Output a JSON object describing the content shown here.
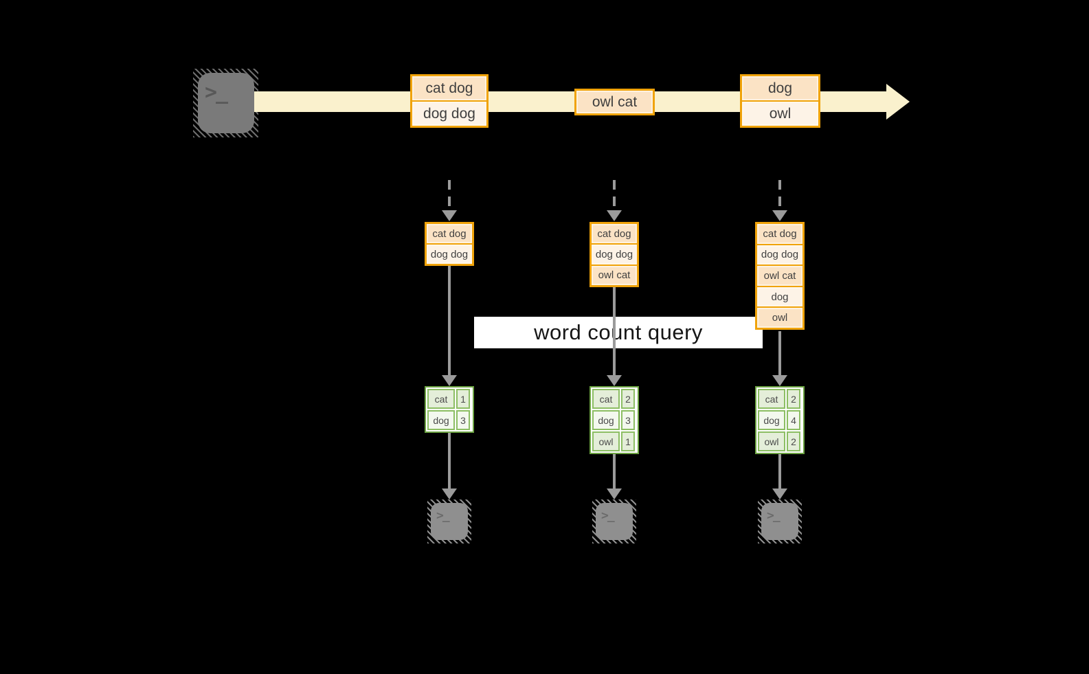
{
  "banner": {
    "label": "word count query"
  },
  "glyphs": {
    "terminal_prompt": ">_"
  },
  "colors": {
    "background": "#000000",
    "stream_band": "#FAF1CD",
    "box_border": "#F0A30A",
    "box_fill": "#FBE3C5",
    "box_fill_alt": "#FDF3E7",
    "table_border": "#6CA342",
    "cell_fill": "#E4EED9",
    "cell_fill_alt": "#F3F8EE",
    "arrow": "#9B9B9B",
    "source_terminal_fill": "#7A7A7A",
    "sink_terminal_fill": "#8F8F8F"
  },
  "stream": {
    "batches": [
      {
        "rows": [
          "cat dog",
          "dog dog"
        ]
      },
      {
        "rows": [
          "owl cat"
        ]
      },
      {
        "rows": [
          "dog",
          "owl"
        ]
      }
    ]
  },
  "columns": [
    {
      "buffer": [
        "cat dog",
        "dog dog"
      ],
      "counts": [
        {
          "word": "cat",
          "count": "1"
        },
        {
          "word": "dog",
          "count": "3"
        }
      ]
    },
    {
      "buffer": [
        "cat dog",
        "dog dog",
        "owl cat"
      ],
      "counts": [
        {
          "word": "cat",
          "count": "2"
        },
        {
          "word": "dog",
          "count": "3"
        },
        {
          "word": "owl",
          "count": "1"
        }
      ]
    },
    {
      "buffer": [
        "cat dog",
        "dog dog",
        "owl cat",
        "dog",
        "owl"
      ],
      "counts": [
        {
          "word": "cat",
          "count": "2"
        },
        {
          "word": "dog",
          "count": "4"
        },
        {
          "word": "owl",
          "count": "2"
        }
      ]
    }
  ]
}
